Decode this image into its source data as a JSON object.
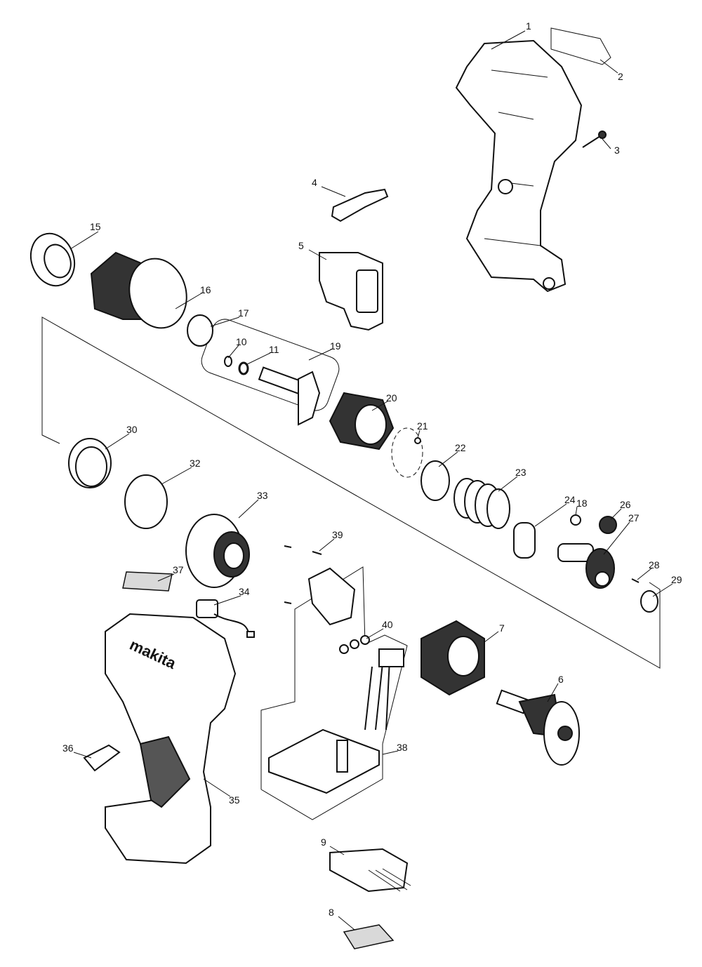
{
  "diagram": {
    "type": "exploded-parts-diagram",
    "labels": {
      "p1": "1",
      "p2": "2",
      "p3": "3",
      "p4": "4",
      "p5": "5",
      "p6": "6",
      "p7": "7",
      "p8": "8",
      "p9": "9",
      "p10": "10",
      "p11": "11",
      "p15": "15",
      "p16": "16",
      "p17": "17",
      "p18": "18",
      "p19": "19",
      "p20": "20",
      "p21": "21",
      "p22": "22",
      "p23": "23",
      "p24": "24",
      "p26": "26",
      "p27": "27",
      "p28": "28",
      "p29": "29",
      "p30": "30",
      "p32": "32",
      "p33": "33",
      "p34": "34",
      "p35": "35",
      "p36": "36",
      "p37": "37",
      "p38": "38",
      "p39": "39",
      "p40": "40"
    },
    "logo_text": "makita"
  }
}
